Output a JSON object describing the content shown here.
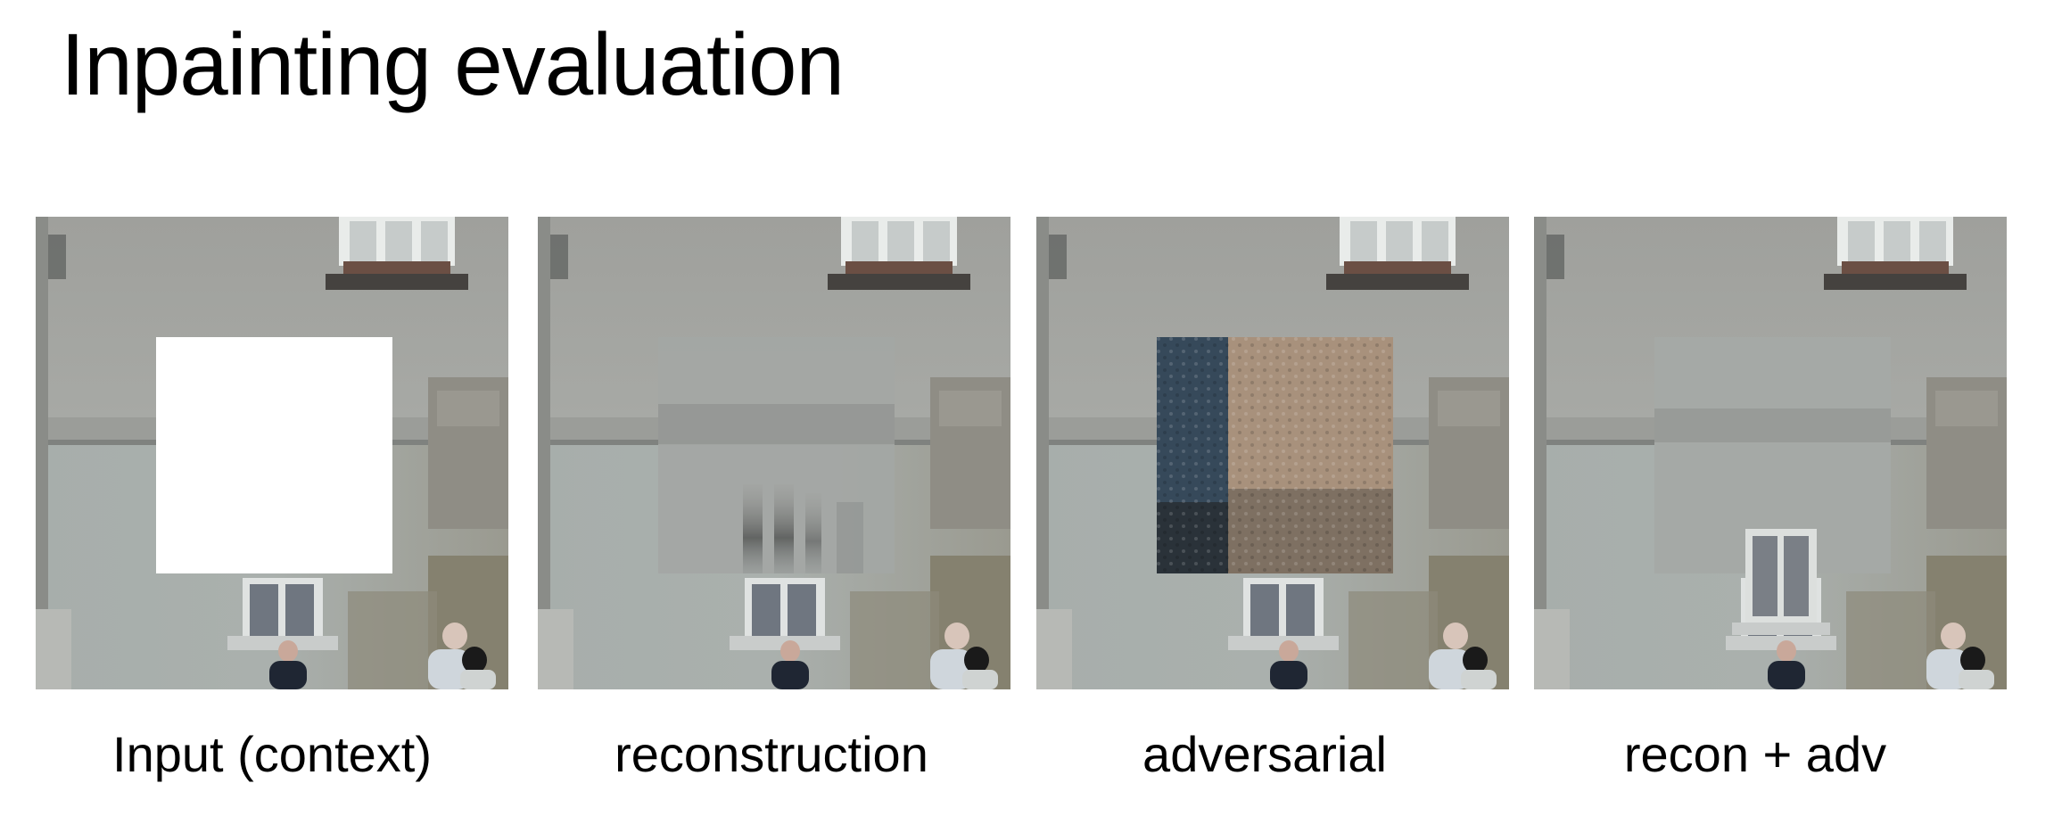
{
  "title": "Inpainting evaluation",
  "panels": [
    {
      "caption": "Input (context)",
      "fill": "hole"
    },
    {
      "caption": "reconstruction",
      "fill": "blurry"
    },
    {
      "caption": "adversarial",
      "fill": "texture"
    },
    {
      "caption": "recon + adv",
      "fill": "plausible-window"
    }
  ]
}
